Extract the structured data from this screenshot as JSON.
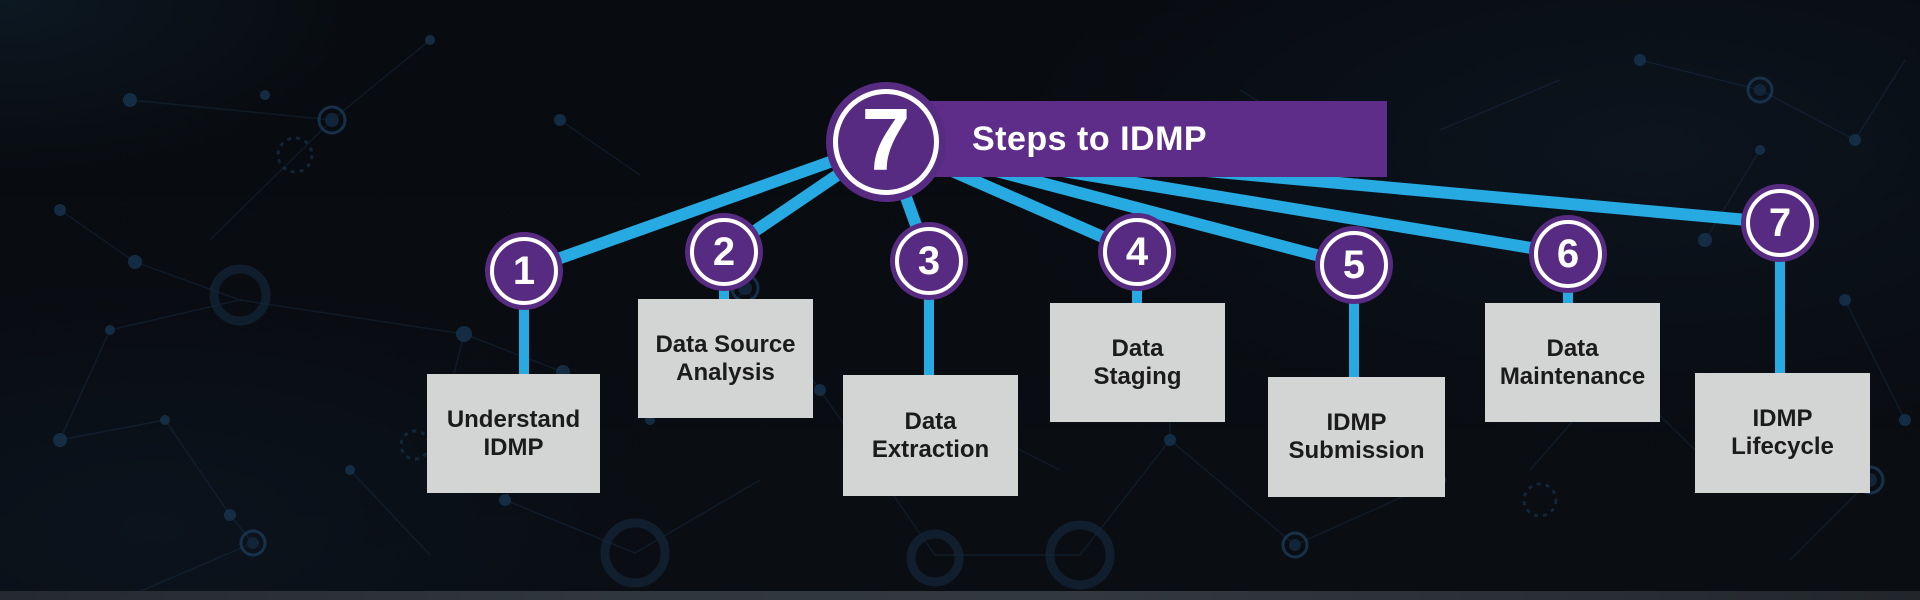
{
  "infographic": {
    "number": "7",
    "title": "Steps to IDMP"
  },
  "steps": [
    {
      "number": "1",
      "label": "Understand\nIDMP"
    },
    {
      "number": "2",
      "label": "Data Source\nAnalysis"
    },
    {
      "number": "3",
      "label": "Data\nExtraction"
    },
    {
      "number": "4",
      "label": "Data\nStaging"
    },
    {
      "number": "5",
      "label": "IDMP\nSubmission"
    },
    {
      "number": "6",
      "label": "Data\nMaintenance"
    },
    {
      "number": "7",
      "label": "IDMP\nLifecycle"
    }
  ],
  "colors": {
    "circle_purple": "#582b82",
    "banner_purple": "#5e2d8a",
    "connector_cyan": "#27aae1",
    "card_background": "#d3d5d4",
    "card_text": "#1b1b1b",
    "background": "#090c11"
  }
}
